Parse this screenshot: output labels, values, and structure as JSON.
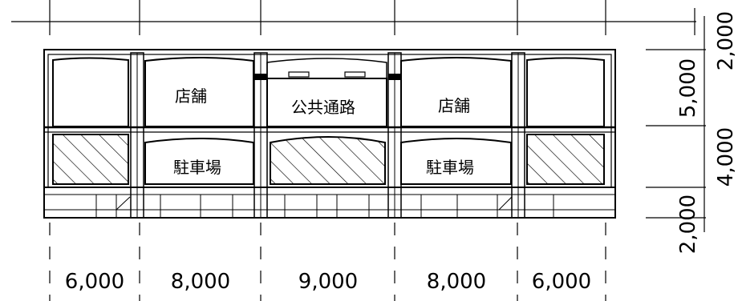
{
  "rooms": {
    "shop_left": "店舗",
    "public_passage": "公共通路",
    "shop_right": "店舗",
    "parking_left": "駐車場",
    "parking_right": "駐車場"
  },
  "dimensions": {
    "horizontal": [
      "6,000",
      "8,000",
      "9,000",
      "8,000",
      "6,000"
    ],
    "vertical": [
      "2,000",
      "5,000",
      "4,000",
      "2,000"
    ]
  }
}
